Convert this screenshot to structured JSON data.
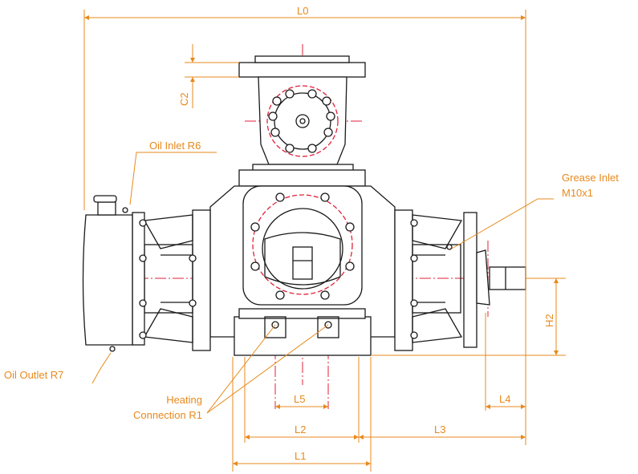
{
  "drawing": {
    "annotations": {
      "oil_inlet": "Oil Inlet R6",
      "oil_outlet": "Oil Outlet R7",
      "heating_line1": "Heating",
      "heating_line2": "Connection R1",
      "grease_line1": "Grease Inlet",
      "grease_line2": "M10x1"
    },
    "dimensions": {
      "l0": "L0",
      "c2": "C2",
      "h2": "H2",
      "l1": "L1",
      "l2": "L2",
      "l3": "L3",
      "l4": "L4",
      "l5": "L5"
    },
    "colors": {
      "dimension": "#e8891c",
      "centerline": "#e0223a",
      "outline": "#1a1a1a",
      "body_fill": "#ffffff"
    }
  }
}
